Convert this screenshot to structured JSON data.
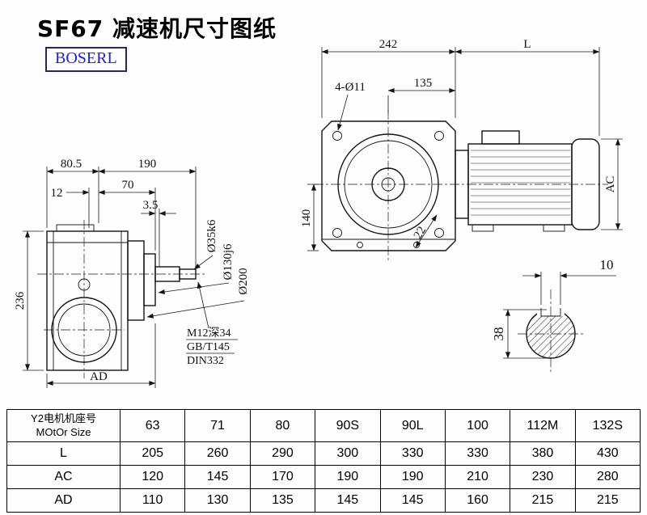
{
  "title": "SF67 减速机尺寸图纸",
  "logo": "BOSERL",
  "colors": {
    "logo_text": "#2121c4",
    "logo_border": "#26265a",
    "line": "#151515"
  },
  "left_view": {
    "d80_5": "80.5",
    "d190": "190",
    "d12": "12",
    "d70": "70",
    "d3_5": "3.5",
    "d236": "236",
    "dAD": "AD",
    "shaft_d1": "Ø35k6",
    "shaft_d2": "Ø130j6",
    "shaft_d3": "Ø200",
    "note1": "M12深34",
    "note2": "GB/T145",
    "note3": "DIN332"
  },
  "right_view": {
    "d242": "242",
    "dL": "L",
    "d4d11": "4-Ø11",
    "d135": "135",
    "d140": "140",
    "dAC": "AC",
    "d22": "22"
  },
  "shaft_section": {
    "d10": "10",
    "d38": "38"
  },
  "table": {
    "row_header_line1": "Y2电机机座号",
    "row_header_line2": "MOtOr Size",
    "sizes": [
      "63",
      "71",
      "80",
      "90S",
      "90L",
      "100",
      "112M",
      "132S"
    ],
    "rows": [
      {
        "label": "L",
        "values": [
          "205",
          "260",
          "290",
          "300",
          "330",
          "330",
          "380",
          "430"
        ]
      },
      {
        "label": "AC",
        "values": [
          "120",
          "145",
          "170",
          "190",
          "190",
          "210",
          "230",
          "280"
        ]
      },
      {
        "label": "AD",
        "values": [
          "110",
          "130",
          "135",
          "145",
          "145",
          "160",
          "215",
          "215"
        ]
      }
    ]
  }
}
